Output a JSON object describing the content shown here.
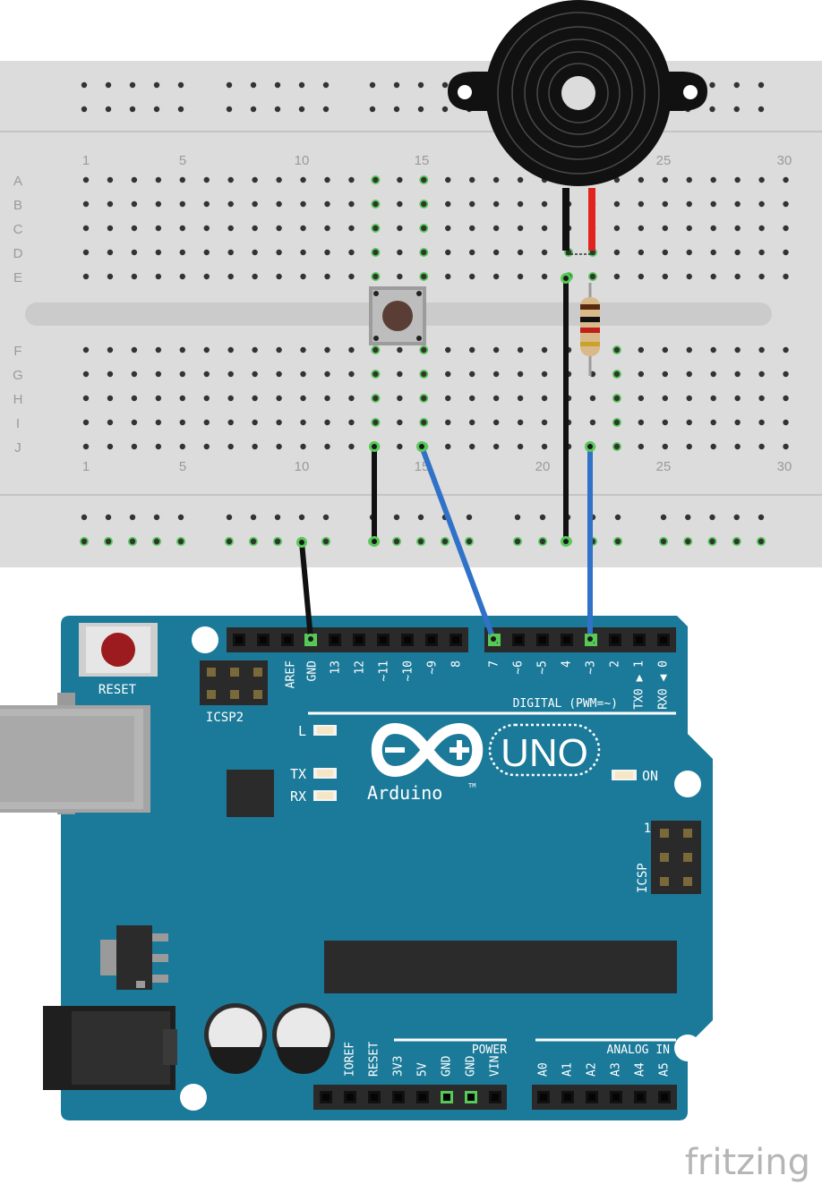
{
  "breadboard": {
    "columns": [
      "1",
      "5",
      "10",
      "15",
      "20",
      "25",
      "30"
    ],
    "rows_top": [
      "A",
      "B",
      "C",
      "D",
      "E"
    ],
    "rows_bottom": [
      "F",
      "G",
      "H",
      "I",
      "J"
    ]
  },
  "arduino": {
    "reset_label": "RESET",
    "icsp2_label": "ICSP2",
    "icsp_label": "ICSP",
    "icsp_pin1": "1",
    "digital_header": "DIGITAL (PWM=~)",
    "digital_pins": [
      "AREF",
      "GND",
      "13",
      "12",
      "~11",
      "~10",
      "~9",
      "8",
      "7",
      "~6",
      "~5",
      "4",
      "~3",
      "2",
      "TX0 ▶ 1",
      "RX0 ◀ 0"
    ],
    "led_labels": [
      "L",
      "TX",
      "RX"
    ],
    "on_label": "ON",
    "logo_text": "UNO",
    "brand_name": "Arduino",
    "brand_mark": "TM",
    "power_header": "POWER",
    "power_pins": [
      "IOREF",
      "RESET",
      "3V3",
      "5V",
      "GND",
      "GND",
      "VIN"
    ],
    "analog_header": "ANALOG IN",
    "analog_pins": [
      "A0",
      "A1",
      "A2",
      "A3",
      "A4",
      "A5"
    ]
  },
  "watermark": "fritzing",
  "colors": {
    "board": "#1b7a99",
    "breadboard": "#dcdcdc",
    "wire_black": "#1a1a1a",
    "wire_blue": "#2f72c8",
    "wire_red": "#e0231f",
    "highlight": "#57c957"
  }
}
